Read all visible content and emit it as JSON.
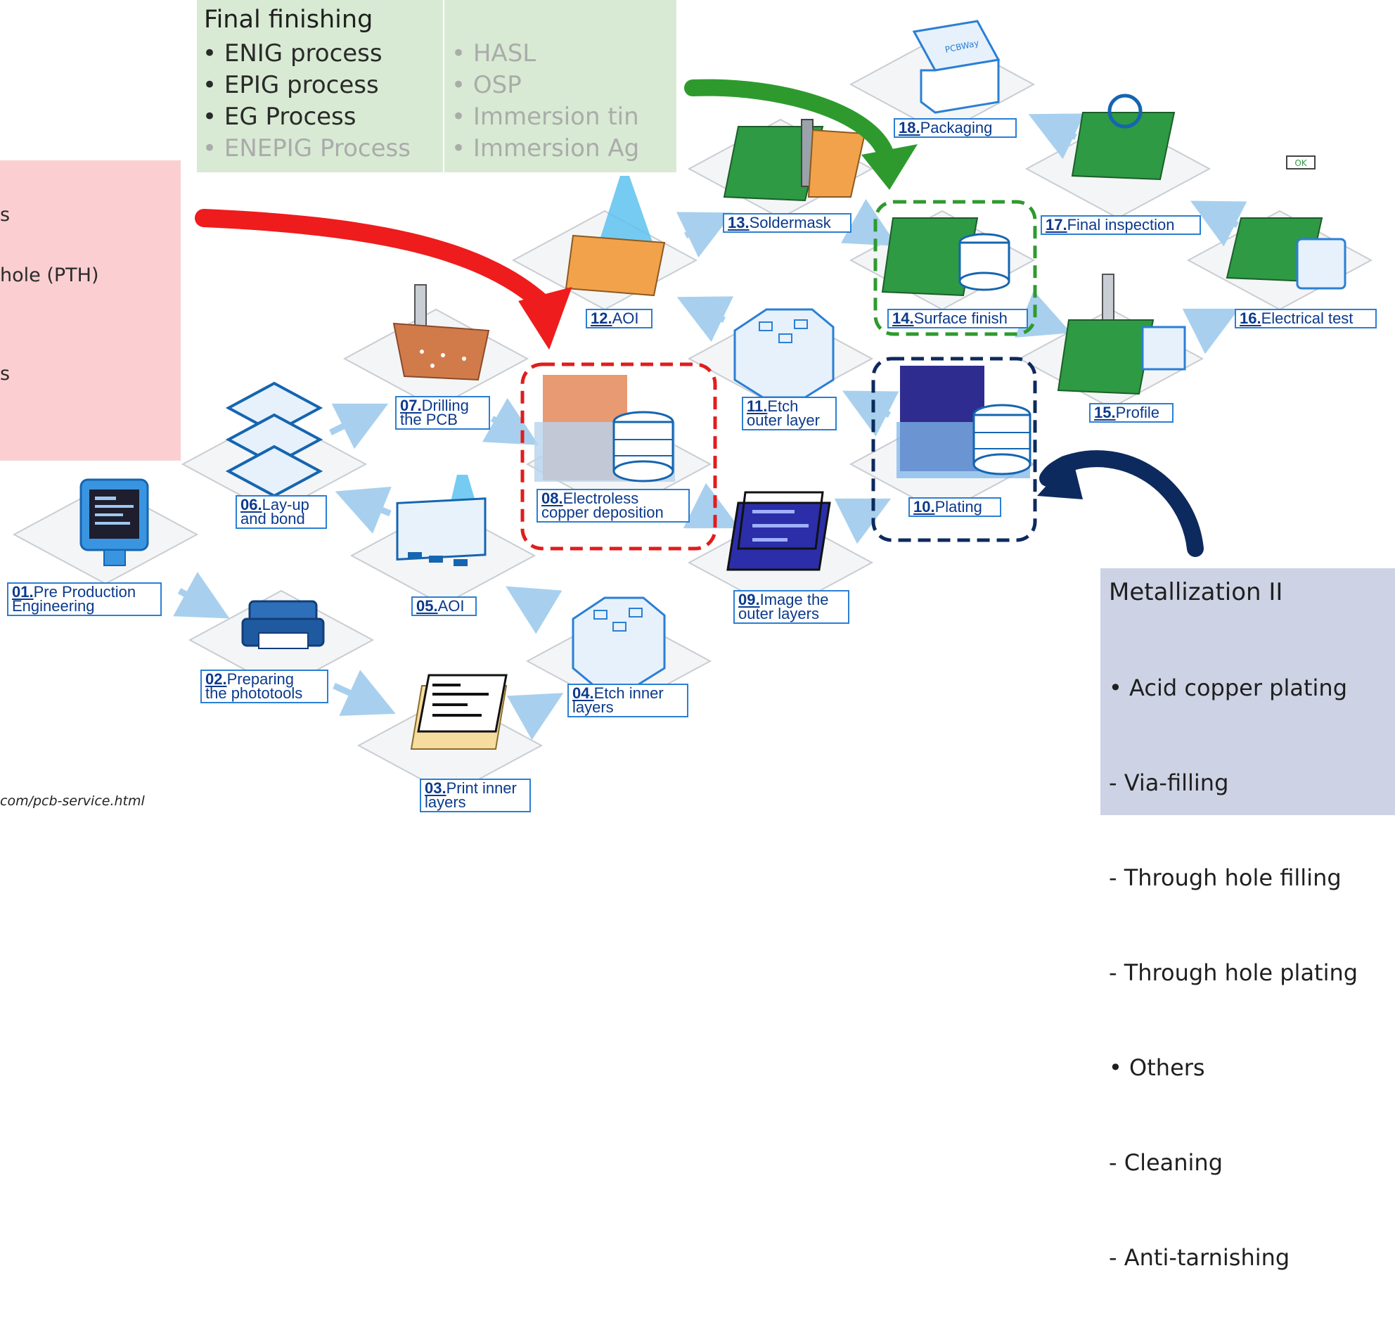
{
  "final_finishing": {
    "title": "Final finishing",
    "col1": [
      "• ENIG process",
      "• EPIG process",
      "• EG Process",
      "• ENEPIG Process"
    ],
    "col2": [
      "• HASL",
      "• OSP",
      "• Immersion tin",
      "• Immersion Ag"
    ]
  },
  "metallization_I": {
    "fragments": [
      "s",
      "hole (PTH)",
      "s"
    ]
  },
  "metallization_II": {
    "title": "Metallization II",
    "items": [
      "• Acid copper plating",
      "  - Via-filling",
      "  - Through hole filling",
      "  - Through hole plating",
      "• Others",
      "  - Cleaning",
      "  - Anti-tarnishing"
    ]
  },
  "source_text": "com/pcb-service.html",
  "steps": [
    {
      "num": "01",
      "l1": "Pre Production",
      "l2": "Engineering"
    },
    {
      "num": "02",
      "l1": "Preparing",
      "l2": "the phototools"
    },
    {
      "num": "03",
      "l1": "Print inner",
      "l2": "layers"
    },
    {
      "num": "04",
      "l1": "Etch inner",
      "l2": "layers"
    },
    {
      "num": "05",
      "l1": "AOI",
      "l2": ""
    },
    {
      "num": "06",
      "l1": "Lay-up",
      "l2": "and bond"
    },
    {
      "num": "07",
      "l1": "Drilling",
      "l2": "the PCB"
    },
    {
      "num": "08",
      "l1": "Electroless",
      "l2": "copper deposition"
    },
    {
      "num": "09",
      "l1": "Image the",
      "l2": "outer layers"
    },
    {
      "num": "10",
      "l1": "Plating",
      "l2": ""
    },
    {
      "num": "11",
      "l1": "Etch",
      "l2": "outer layer"
    },
    {
      "num": "12",
      "l1": "AOI",
      "l2": ""
    },
    {
      "num": "13",
      "l1": "Soldermask",
      "l2": ""
    },
    {
      "num": "14",
      "l1": "Surface finish",
      "l2": ""
    },
    {
      "num": "15",
      "l1": "Profile",
      "l2": ""
    },
    {
      "num": "16",
      "l1": "Electrical test",
      "l2": ""
    },
    {
      "num": "17",
      "l1": "Final inspection",
      "l2": ""
    },
    {
      "num": "18",
      "l1": "Packaging",
      "l2": ""
    }
  ],
  "icons": {
    "monitor_badge": "OK",
    "package_brand": "PCBWay"
  },
  "colors": {
    "arrow_red": "#ee1c1c",
    "arrow_green": "#2e9a2e",
    "arrow_navy": "#0d2a5e",
    "label_text": "#0b3a8c",
    "label_border": "#2b7fd4",
    "flow_arrow": "#a8d0ee"
  }
}
